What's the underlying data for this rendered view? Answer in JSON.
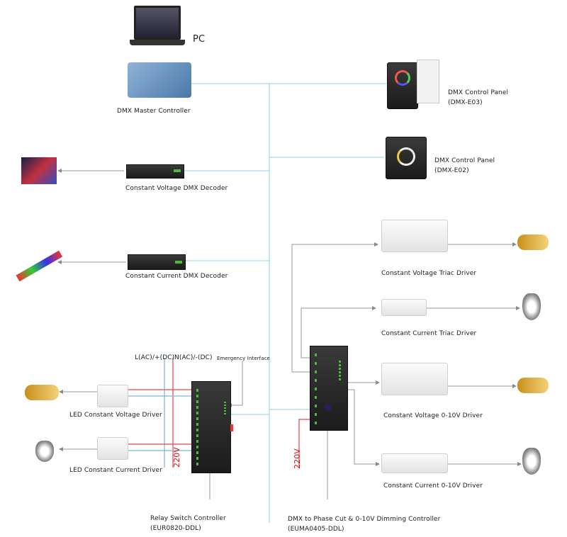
{
  "labels": {
    "pc": "PC",
    "master": "DMX Master Controller",
    "cv_decoder": "Constant Voltage DMX Decoder",
    "cc_decoder": "Constant Current DMX Decoder",
    "panel_e03_name": "DMX Control Panel",
    "panel_e03_model": "(DMX-E03)",
    "panel_e02_name": "DMX Control Panel",
    "panel_e02_model": "(DMX-E02)",
    "cv_triac": "Constant Voltage Triac Driver",
    "cc_triac": "Constant Current Triac Driver",
    "cv_010": "Constant Voltage 0-10V Driver",
    "cc_010": "Constant Current 0-10V Driver",
    "led_cv": "LED Constant Voltage Driver",
    "led_cc": "LED Constant Current  Driver",
    "line_l": "L(AC)/+(DC)",
    "line_n": "N(AC)/-(DC)",
    "emergency": "Emergency Interface",
    "v220_left": "220V",
    "v220_right": "220V",
    "relay_name": "Relay Switch Controller",
    "relay_model": "(EUR0820-DDL)",
    "dimmer_name": "DMX to Phase Cut & 0-10V Dimming Controller",
    "dimmer_model": "(EUMA0405-DDL)"
  },
  "colors": {
    "dmx_bus": "#9fd3ea",
    "power_live": "#e8434a",
    "power_neutral": "#7fb4e0",
    "signal": "#9a9a9a",
    "voltage_text": "#e01010"
  }
}
